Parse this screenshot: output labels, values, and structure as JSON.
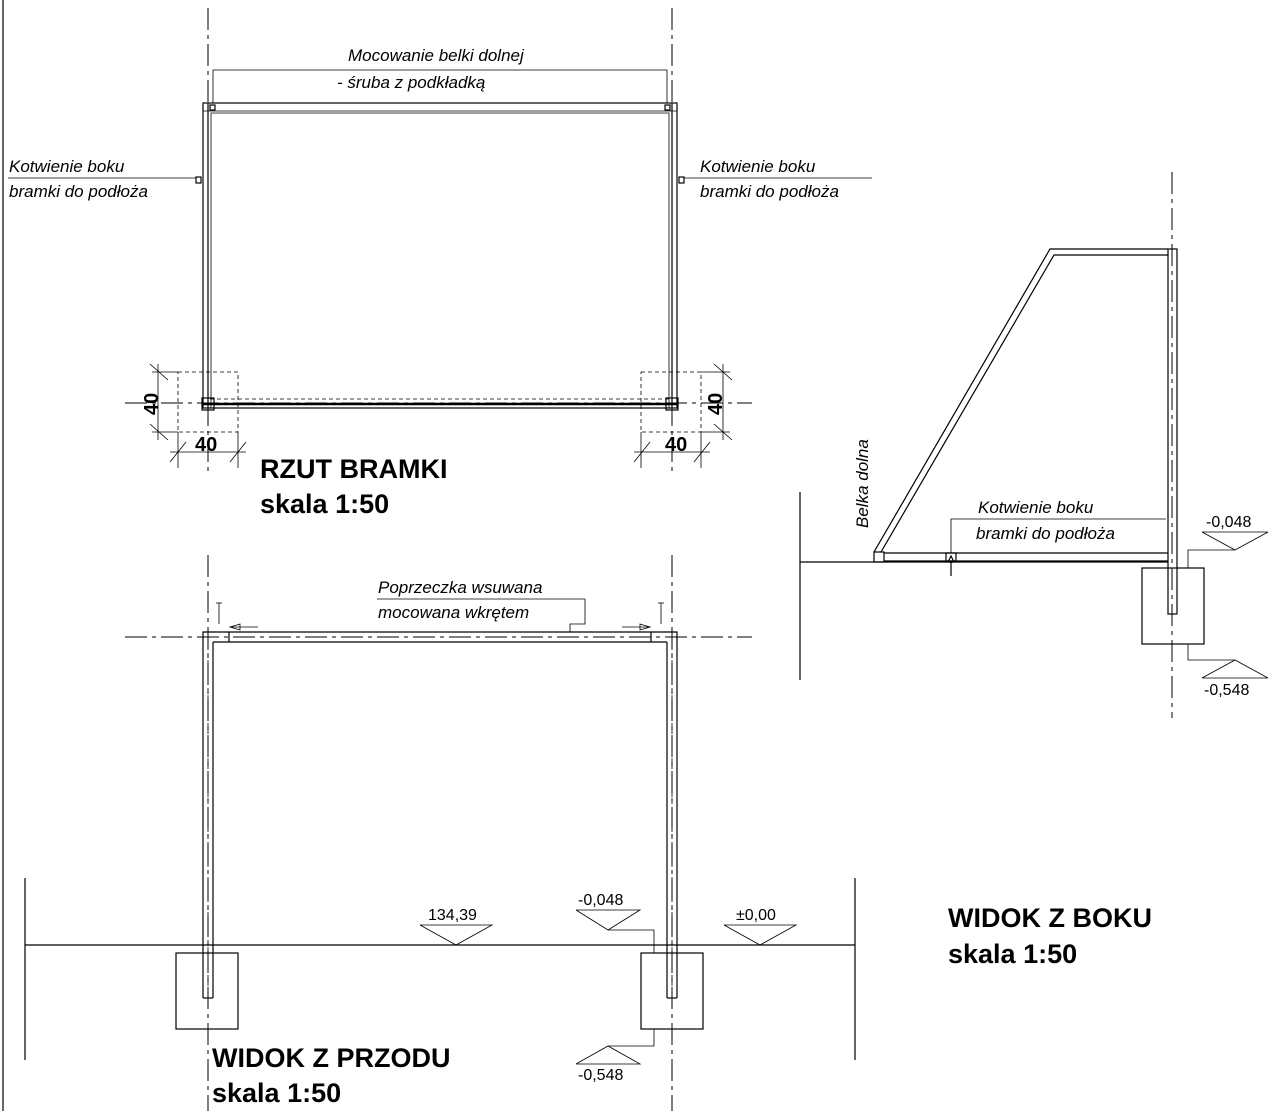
{
  "plan": {
    "title": "RZUT BRAMKI",
    "scale": "skala 1:50",
    "note_bottom_beam": [
      "Mocowanie belki dolnej",
      "- śruba z podkładką"
    ],
    "note_anchor_left": [
      "Kotwienie boku",
      "bramki do podłoża"
    ],
    "note_anchor_right": [
      "Kotwienie boku",
      "bramki do podłoża"
    ],
    "dim_bottom_left": "40",
    "dim_left_vertical": "40",
    "dim_bottom_right": "40",
    "dim_right_vertical": "40"
  },
  "front": {
    "title": "WIDOK Z PRZODU",
    "scale": "skala 1:50",
    "note_crossbar": [
      "Poprzeczka wsuwana",
      "mocowana wkrętem"
    ],
    "level_ground": "134,39",
    "level_top_footing": "-0,048",
    "level_zero": "±0,00",
    "level_bottom_footing": "-0,548"
  },
  "side": {
    "title": "WIDOK Z BOKU",
    "scale": "skala 1:50",
    "label_bottom_beam": "Belka dolna",
    "note_anchor": [
      "Kotwienie boku",
      "bramki do podłoża"
    ],
    "level_top": "-0,048",
    "level_bottom": "-0,548"
  }
}
